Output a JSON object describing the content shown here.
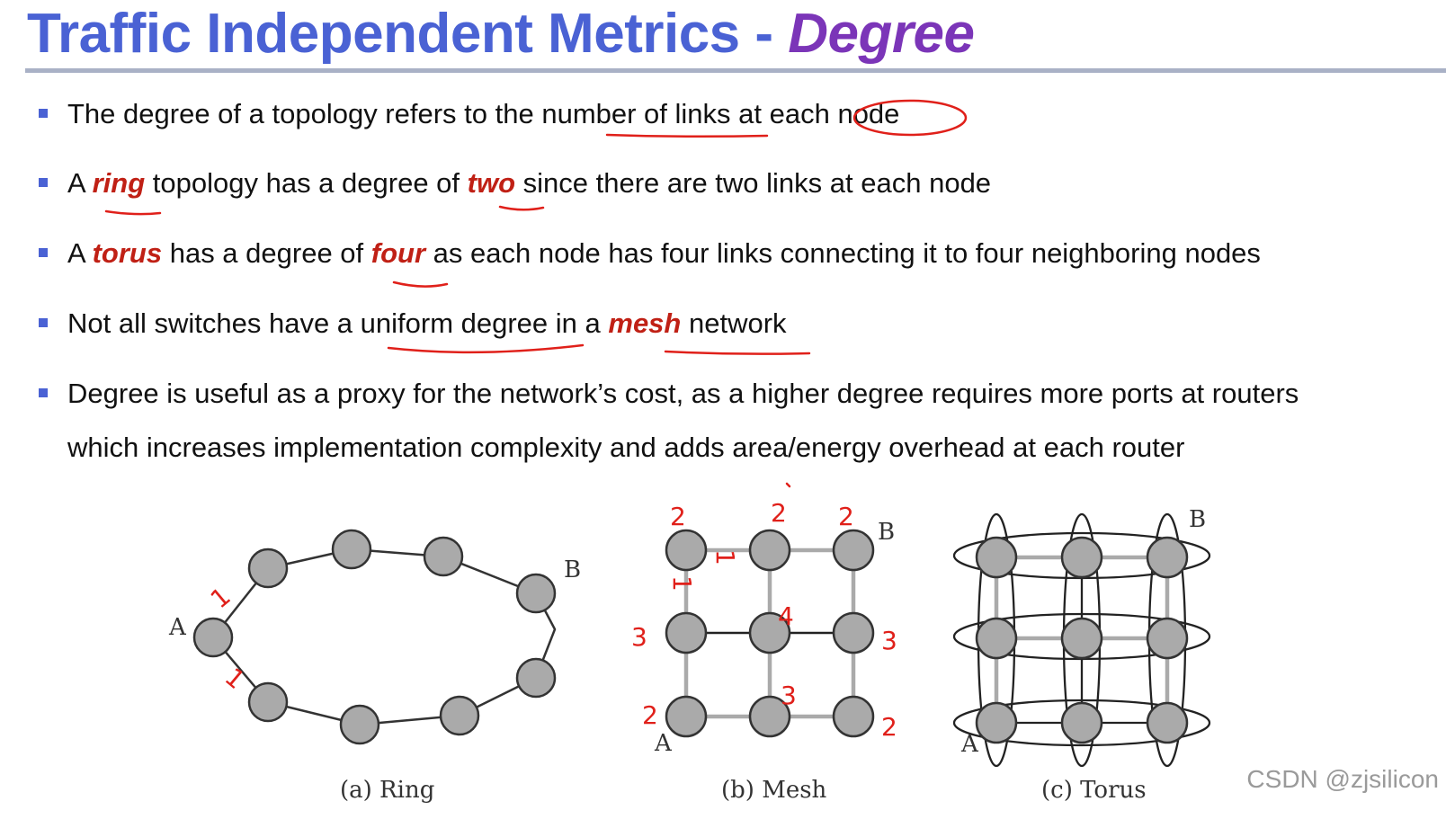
{
  "title": {
    "main": "Traffic Independent Metrics - ",
    "accent": "Degree"
  },
  "bullets": [
    {
      "parts": [
        "The degree of a topology refers to the number of links at each node"
      ]
    },
    {
      "parts": [
        "A ",
        "ring",
        " topology has a degree of ",
        "two",
        " since there are two links at each node"
      ]
    },
    {
      "parts": [
        "A ",
        "torus",
        " has a degree of ",
        "four",
        " as each node has four links connecting it to four neighboring nodes"
      ]
    },
    {
      "parts": [
        "Not all switches have a uniform degree in a ",
        "mesh",
        " network"
      ]
    },
    {
      "line1": "Degree is useful as a proxy for the network’s cost, as a higher degree requires more ports at routers",
      "line2": "which increases implementation complexity and adds area/energy overhead at each router"
    }
  ],
  "figures": {
    "ring": {
      "caption": "(a) Ring",
      "label_a": "A",
      "label_b": "B"
    },
    "mesh": {
      "caption": "(b) Mesh",
      "label_a": "A",
      "label_b": "B"
    },
    "torus": {
      "caption": "(c) Torus",
      "label_a": "A",
      "label_b": "B"
    }
  },
  "handwriting": {
    "ring_marks": [
      "1",
      "1"
    ],
    "mesh_degrees": [
      "2",
      "2",
      "2",
      "1",
      "1",
      "3",
      "4",
      "3",
      "2",
      "3",
      "2"
    ]
  },
  "watermark": "CSDN @zjsilicon",
  "colors": {
    "title": "#4a62d4",
    "accent": "#7b35b8",
    "keyword": "#c02015",
    "annotation": "#e0201a"
  }
}
